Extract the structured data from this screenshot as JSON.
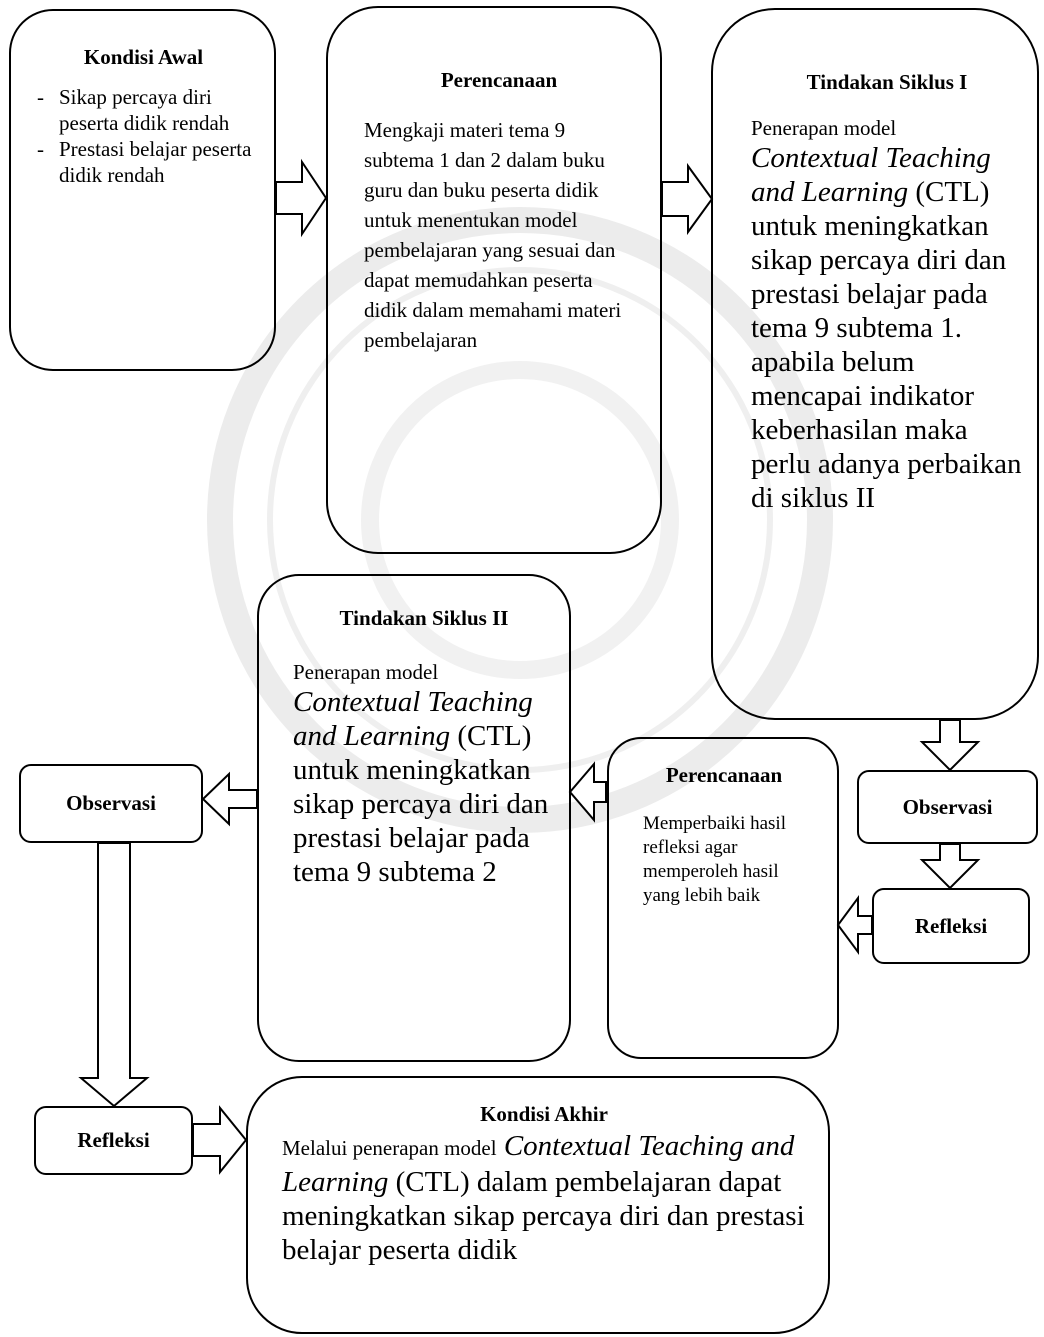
{
  "kondisi_awal": {
    "title": "Kondisi Awal",
    "items": [
      "Sikap percaya diri peserta didik rendah",
      "Prestasi belajar peserta didik rendah"
    ]
  },
  "perencanaan_1": {
    "title": "Perencanaan",
    "text": "Mengkaji materi tema 9 subtema 1 dan 2 dalam buku guru dan buku peserta didik untuk menentukan model pembelajaran yang sesuai dan dapat memudahkan peserta didik dalam memahami materi pembelajaran"
  },
  "tindakan_1": {
    "title": "Tindakan Siklus I",
    "prefix": "Penerapan model",
    "model_italic": "Contextual Teaching and Learning",
    "text": "(CTL) untuk meningkatkan sikap percaya diri dan prestasi belajar pada tema 9 subtema 1. apabila belum mencapai indikator keberhasilan maka perlu adanya perbaikan di siklus II"
  },
  "observasi_1": {
    "label": "Observasi"
  },
  "refleksi_1": {
    "label": "Refleksi"
  },
  "perencanaan_2": {
    "title": "Perencanaan",
    "text": "Memperbaiki hasil refleksi agar memperoleh hasil yang lebih baik"
  },
  "tindakan_2": {
    "title": "Tindakan Siklus II",
    "prefix": "Penerapan model",
    "model_italic": "Contextual Teaching and Learning",
    "text": "(CTL) untuk meningkatkan sikap percaya diri dan prestasi belajar pada tema 9 subtema 2"
  },
  "observasi_2": {
    "label": "Observasi"
  },
  "refleksi_2": {
    "label": "Refleksi"
  },
  "kondisi_akhir": {
    "title": "Kondisi Akhir",
    "prefix": "Melalui penerapan model",
    "model_italic": "Contextual Teaching and Learning",
    "text": "(CTL) dalam pembelajaran dapat meningkatkan sikap percaya diri dan prestasi belajar peserta didik"
  }
}
